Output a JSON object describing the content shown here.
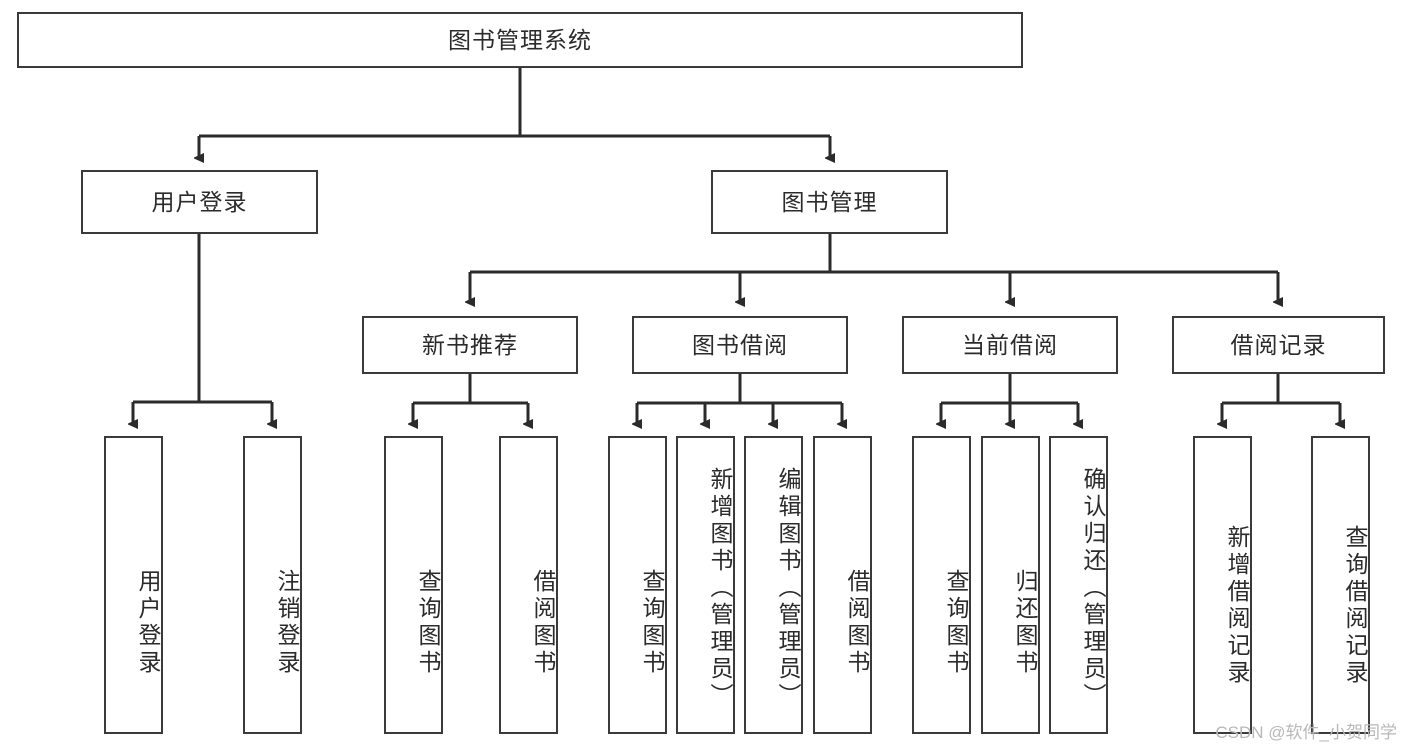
{
  "diagram": {
    "title": "图书管理系统",
    "type": "function-tree",
    "colors": {
      "box_border": "#3a3a3a",
      "box_fill": "#ffffff",
      "edge": "#2b2b2b",
      "text": "#2b2b2b",
      "watermark": "#b8b8b8"
    },
    "root": {
      "label": "图书管理系统"
    },
    "level2": [
      {
        "label": "用户登录"
      },
      {
        "label": "图书管理"
      }
    ],
    "level3": [
      {
        "label": "新书推荐"
      },
      {
        "label": "图书借阅"
      },
      {
        "label": "当前借阅"
      },
      {
        "label": "借阅记录"
      }
    ],
    "leaves": {
      "user_login": [
        {
          "label": "用户登录"
        },
        {
          "label": "注销登录"
        }
      ],
      "new_book_recommend": [
        {
          "label": "查询图书"
        },
        {
          "label": "借阅图书"
        }
      ],
      "book_borrow": [
        {
          "label": "查询图书"
        },
        {
          "label": "新增图书（管理员）"
        },
        {
          "label": "编辑图书（管理员）"
        },
        {
          "label": "借阅图书"
        }
      ],
      "current_borrow": [
        {
          "label": "查询图书"
        },
        {
          "label": "归还图书"
        },
        {
          "label": "确认归还（管理员）"
        }
      ],
      "borrow_record": [
        {
          "label": "新增借阅记录"
        },
        {
          "label": "查询借阅记录"
        }
      ]
    }
  },
  "watermark": {
    "text": "CSDN @软件_小贺同学"
  }
}
